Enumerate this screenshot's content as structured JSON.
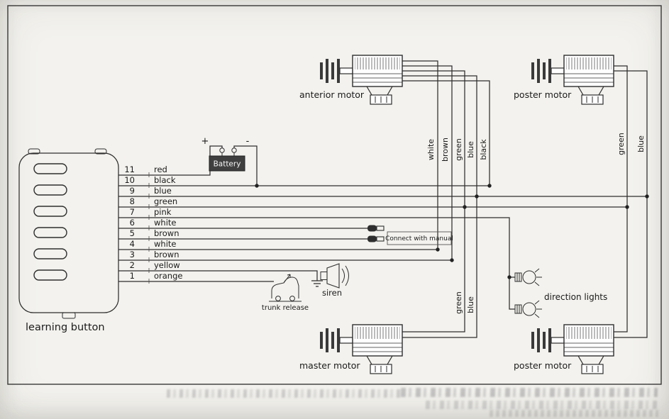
{
  "diagram": {
    "control_unit": {
      "label": "learning button"
    },
    "battery": {
      "label": "Battery",
      "plus": "+",
      "minus": "-"
    },
    "wires": [
      {
        "num": "11",
        "color": "red"
      },
      {
        "num": "10",
        "color": "black"
      },
      {
        "num": "9",
        "color": "blue"
      },
      {
        "num": "8",
        "color": "green"
      },
      {
        "num": "7",
        "color": "pink"
      },
      {
        "num": "6",
        "color": "white"
      },
      {
        "num": "5",
        "color": "brown"
      },
      {
        "num": "4",
        "color": "white"
      },
      {
        "num": "3",
        "color": "brown"
      },
      {
        "num": "2",
        "color": "yellow"
      },
      {
        "num": "1",
        "color": "orange"
      }
    ],
    "bus_labels": {
      "mid": [
        "white",
        "brown",
        "green",
        "blue",
        "black"
      ],
      "right": [
        "green",
        "blue"
      ],
      "bottom": [
        "green",
        "blue"
      ]
    },
    "motors": {
      "anterior": "anterior motor",
      "poster_top": "poster motor",
      "master": "master motor",
      "poster_bottom": "poster motor"
    },
    "annotations": {
      "connect_with_manual": "Connect with manual",
      "trunk_release": "trunk release",
      "siren": "siren",
      "direction_lights": "direction lights"
    },
    "colors": {
      "ink": "#2e2e2e",
      "paper": "#f3f2ee",
      "battery_fill": "#3f3f3f"
    }
  }
}
